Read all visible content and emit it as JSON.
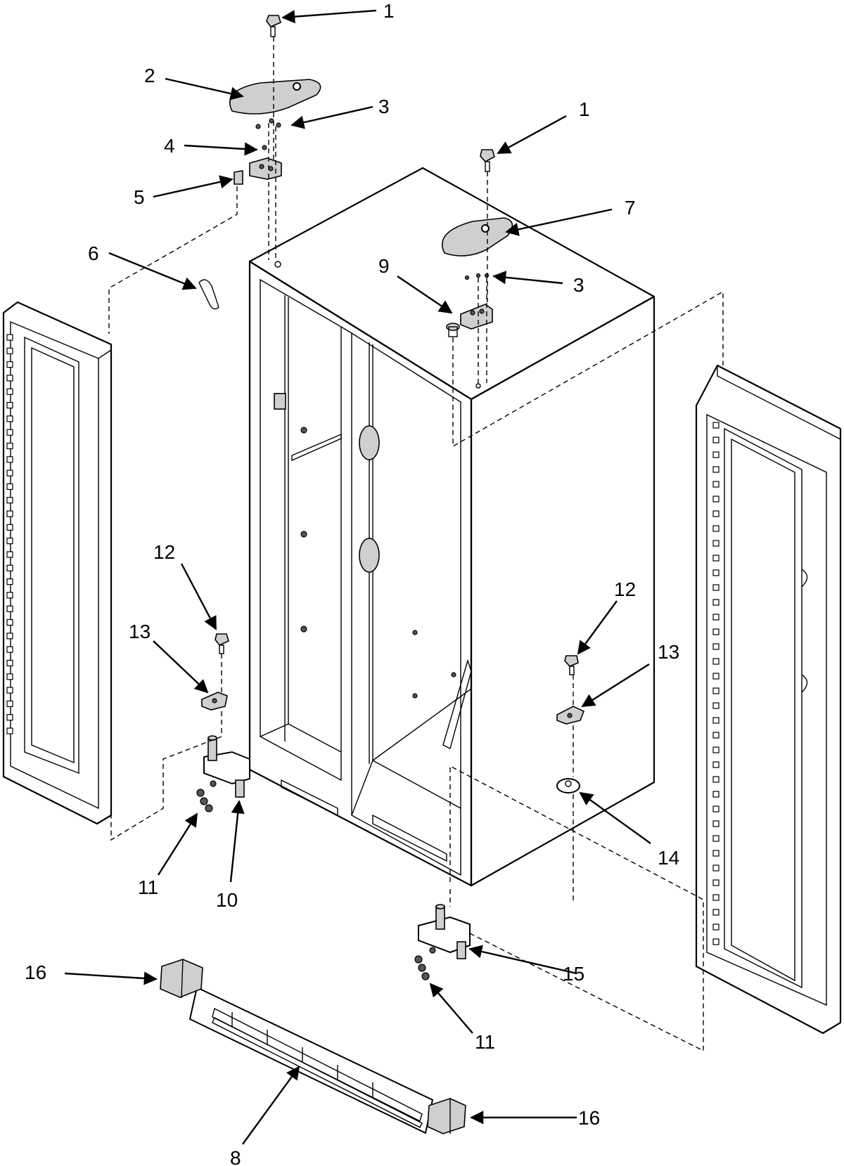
{
  "diagram": {
    "part_labels": [
      {
        "id": "1a",
        "text": "1"
      },
      {
        "id": "1b",
        "text": "1"
      },
      {
        "id": "2",
        "text": "2"
      },
      {
        "id": "3a",
        "text": "3"
      },
      {
        "id": "3b",
        "text": "3"
      },
      {
        "id": "4",
        "text": "4"
      },
      {
        "id": "5",
        "text": "5"
      },
      {
        "id": "6",
        "text": "6"
      },
      {
        "id": "7",
        "text": "7"
      },
      {
        "id": "8",
        "text": "8"
      },
      {
        "id": "9",
        "text": "9"
      },
      {
        "id": "10",
        "text": "10"
      },
      {
        "id": "11a",
        "text": "11"
      },
      {
        "id": "11b",
        "text": "11"
      },
      {
        "id": "12a",
        "text": "12"
      },
      {
        "id": "12b",
        "text": "12"
      },
      {
        "id": "13a",
        "text": "13"
      },
      {
        "id": "13b",
        "text": "13"
      },
      {
        "id": "14",
        "text": "14"
      },
      {
        "id": "15",
        "text": "15"
      },
      {
        "id": "16a",
        "text": "16"
      },
      {
        "id": "16b",
        "text": "16"
      }
    ]
  }
}
